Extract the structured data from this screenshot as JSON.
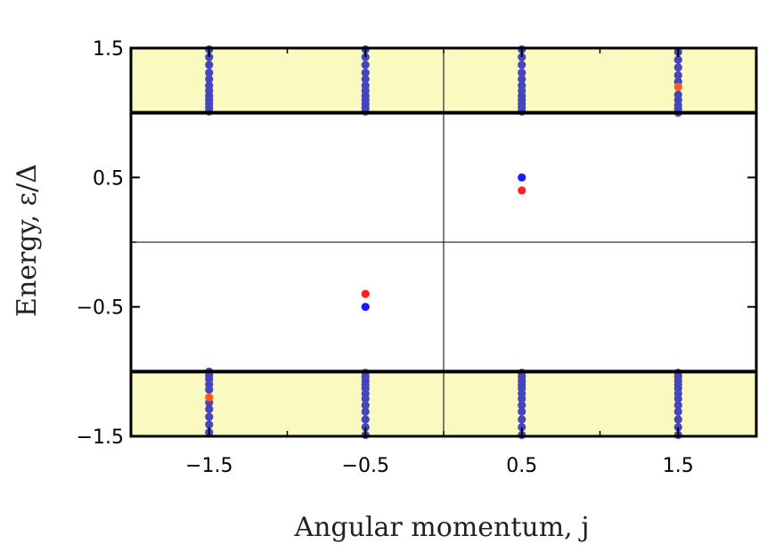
{
  "chart_data": {
    "type": "scatter",
    "xlabel": "Angular momentum, j",
    "ylabel": "Energy, ε/Δ",
    "xlim": [
      -2,
      2
    ],
    "ylim": [
      -1.5,
      1.5
    ],
    "x_ticks": [
      -1.5,
      -0.5,
      0.5,
      1.5
    ],
    "x_tick_labels": [
      "−1.5",
      "−0.5",
      "0.5",
      "1.5"
    ],
    "y_ticks": [
      -1.5,
      -0.5,
      0.5,
      1.5
    ],
    "y_tick_labels": [
      "−1.5",
      "−0.5",
      "0.5",
      "1.5"
    ],
    "gap_edge": 1.0,
    "shaded_regions": [
      {
        "ymin": 1.0,
        "ymax": 1.5,
        "color": "#fafac0"
      },
      {
        "ymin": -1.5,
        "ymax": -1.0,
        "color": "#fafac0"
      }
    ],
    "zero_lines": {
      "x": 0,
      "y": 0
    },
    "series": [
      {
        "color": "#4545c0",
        "points": [
          {
            "x": -1.5,
            "y": 1.01
          },
          {
            "x": -1.5,
            "y": 1.04
          },
          {
            "x": -1.5,
            "y": 1.07
          },
          {
            "x": -1.5,
            "y": 1.1
          },
          {
            "x": -1.5,
            "y": 1.13
          },
          {
            "x": -1.5,
            "y": 1.17
          },
          {
            "x": -1.5,
            "y": 1.21
          },
          {
            "x": -1.5,
            "y": 1.26
          },
          {
            "x": -1.5,
            "y": 1.31
          },
          {
            "x": -1.5,
            "y": 1.37
          },
          {
            "x": -1.5,
            "y": 1.43
          },
          {
            "x": -1.5,
            "y": 1.49
          },
          {
            "x": -0.5,
            "y": 1.01
          },
          {
            "x": -0.5,
            "y": 1.04
          },
          {
            "x": -0.5,
            "y": 1.07
          },
          {
            "x": -0.5,
            "y": 1.1
          },
          {
            "x": -0.5,
            "y": 1.13
          },
          {
            "x": -0.5,
            "y": 1.17
          },
          {
            "x": -0.5,
            "y": 1.21
          },
          {
            "x": -0.5,
            "y": 1.26
          },
          {
            "x": -0.5,
            "y": 1.31
          },
          {
            "x": -0.5,
            "y": 1.37
          },
          {
            "x": -0.5,
            "y": 1.43
          },
          {
            "x": -0.5,
            "y": 1.49
          },
          {
            "x": 0.5,
            "y": 1.01
          },
          {
            "x": 0.5,
            "y": 1.04
          },
          {
            "x": 0.5,
            "y": 1.07
          },
          {
            "x": 0.5,
            "y": 1.1
          },
          {
            "x": 0.5,
            "y": 1.13
          },
          {
            "x": 0.5,
            "y": 1.17
          },
          {
            "x": 0.5,
            "y": 1.21
          },
          {
            "x": 0.5,
            "y": 1.26
          },
          {
            "x": 0.5,
            "y": 1.31
          },
          {
            "x": 0.5,
            "y": 1.37
          },
          {
            "x": 0.5,
            "y": 1.43
          },
          {
            "x": 0.5,
            "y": 1.49
          },
          {
            "x": 1.5,
            "y": 1.0
          },
          {
            "x": 1.5,
            "y": 1.03
          },
          {
            "x": 1.5,
            "y": 1.06
          },
          {
            "x": 1.5,
            "y": 1.1
          },
          {
            "x": 1.5,
            "y": 1.14
          },
          {
            "x": 1.5,
            "y": 1.24
          },
          {
            "x": 1.5,
            "y": 1.29
          },
          {
            "x": 1.5,
            "y": 1.35
          },
          {
            "x": 1.5,
            "y": 1.41
          },
          {
            "x": 1.5,
            "y": 1.47
          },
          {
            "x": -1.5,
            "y": -1.0
          },
          {
            "x": -1.5,
            "y": -1.03
          },
          {
            "x": -1.5,
            "y": -1.06
          },
          {
            "x": -1.5,
            "y": -1.1
          },
          {
            "x": -1.5,
            "y": -1.14
          },
          {
            "x": -1.5,
            "y": -1.24
          },
          {
            "x": -1.5,
            "y": -1.29
          },
          {
            "x": -1.5,
            "y": -1.35
          },
          {
            "x": -1.5,
            "y": -1.41
          },
          {
            "x": -1.5,
            "y": -1.47
          },
          {
            "x": -0.5,
            "y": -1.01
          },
          {
            "x": -0.5,
            "y": -1.04
          },
          {
            "x": -0.5,
            "y": -1.07
          },
          {
            "x": -0.5,
            "y": -1.1
          },
          {
            "x": -0.5,
            "y": -1.13
          },
          {
            "x": -0.5,
            "y": -1.17
          },
          {
            "x": -0.5,
            "y": -1.21
          },
          {
            "x": -0.5,
            "y": -1.26
          },
          {
            "x": -0.5,
            "y": -1.31
          },
          {
            "x": -0.5,
            "y": -1.37
          },
          {
            "x": -0.5,
            "y": -1.43
          },
          {
            "x": -0.5,
            "y": -1.49
          },
          {
            "x": 0.5,
            "y": -1.01
          },
          {
            "x": 0.5,
            "y": -1.04
          },
          {
            "x": 0.5,
            "y": -1.07
          },
          {
            "x": 0.5,
            "y": -1.1
          },
          {
            "x": 0.5,
            "y": -1.13
          },
          {
            "x": 0.5,
            "y": -1.17
          },
          {
            "x": 0.5,
            "y": -1.21
          },
          {
            "x": 0.5,
            "y": -1.26
          },
          {
            "x": 0.5,
            "y": -1.31
          },
          {
            "x": 0.5,
            "y": -1.37
          },
          {
            "x": 0.5,
            "y": -1.43
          },
          {
            "x": 0.5,
            "y": -1.49
          },
          {
            "x": 1.5,
            "y": -1.01
          },
          {
            "x": 1.5,
            "y": -1.04
          },
          {
            "x": 1.5,
            "y": -1.07
          },
          {
            "x": 1.5,
            "y": -1.1
          },
          {
            "x": 1.5,
            "y": -1.13
          },
          {
            "x": 1.5,
            "y": -1.17
          },
          {
            "x": 1.5,
            "y": -1.21
          },
          {
            "x": 1.5,
            "y": -1.26
          },
          {
            "x": 1.5,
            "y": -1.31
          },
          {
            "x": 1.5,
            "y": -1.37
          },
          {
            "x": 1.5,
            "y": -1.43
          },
          {
            "x": 1.5,
            "y": -1.49
          }
        ]
      },
      {
        "color": "#1a1aff",
        "points": [
          {
            "x": 0.5,
            "y": 0.5
          },
          {
            "x": -0.5,
            "y": -0.5
          }
        ]
      },
      {
        "color": "#ff2020",
        "points": [
          {
            "x": 0.5,
            "y": 0.4
          },
          {
            "x": -0.5,
            "y": -0.4
          }
        ]
      },
      {
        "color": "#ff5a1e",
        "points": [
          {
            "x": 1.5,
            "y": 1.2
          },
          {
            "x": -1.5,
            "y": -1.2
          }
        ]
      }
    ]
  }
}
